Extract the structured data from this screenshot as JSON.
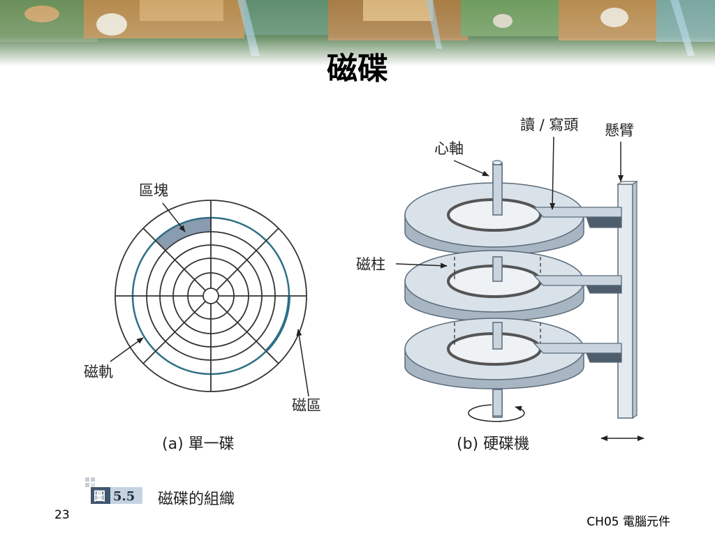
{
  "slide": {
    "title": "磁碟",
    "page_number": "23",
    "footer": "CH05 電腦元件"
  },
  "figure": {
    "label": "圖",
    "number": "5.5",
    "caption": "磁碟的組織"
  },
  "panel_a": {
    "caption": "(a) 單一碟",
    "labels": {
      "block": "區塊",
      "track": "磁軌",
      "sector": "磁區"
    }
  },
  "panel_b": {
    "caption": "(b) 硬碟機",
    "labels": {
      "spindle": "心軸",
      "head": "讀 / 寫頭",
      "arm": "懸臂",
      "cylinder": "磁柱"
    }
  },
  "colors": {
    "track_highlight": "#2d6f86",
    "block_fill": "#8a9cb0",
    "platter_top": "#d9e1e9",
    "platter_edge": "#a8b6c4"
  }
}
